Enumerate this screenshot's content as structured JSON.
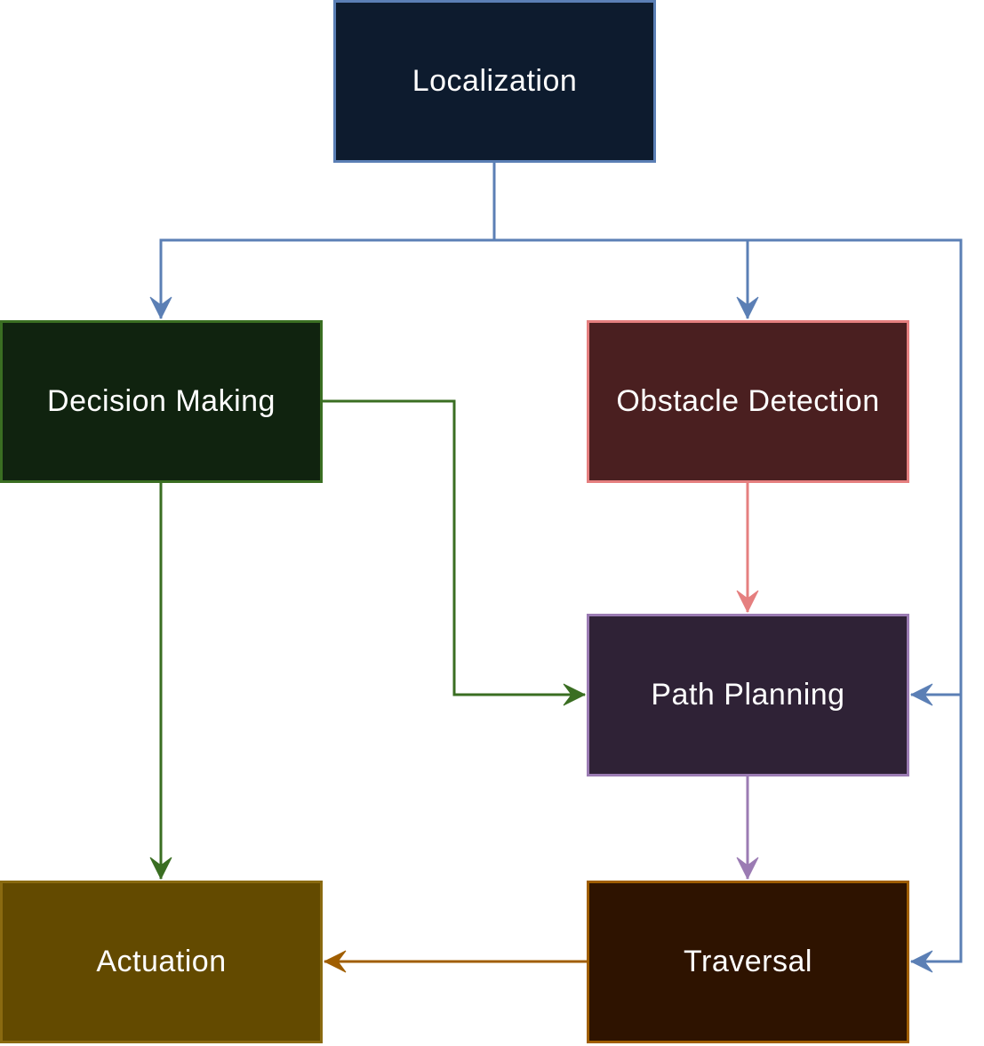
{
  "nodes": {
    "localization": {
      "label": "Localization",
      "fill": "#0d1b2e",
      "stroke": "#5b7fb5"
    },
    "decision_making": {
      "label": "Decision Making",
      "fill": "#10230f",
      "stroke": "#3a6e22"
    },
    "obstacle_detection": {
      "label": "Obstacle Detection",
      "fill": "#4a1f20",
      "stroke": "#e57f7f"
    },
    "path_planning": {
      "label": "Path Planning",
      "fill": "#2f2236",
      "stroke": "#9b7bb3"
    },
    "actuation": {
      "label": "Actuation",
      "fill": "#634a00",
      "stroke": "#8a6a10"
    },
    "traversal": {
      "label": "Traversal",
      "fill": "#2e1300",
      "stroke": "#a05e00"
    }
  },
  "edges": [
    {
      "from": "localization",
      "to": "decision_making",
      "color": "#5b7fb5"
    },
    {
      "from": "localization",
      "to": "obstacle_detection",
      "color": "#5b7fb5"
    },
    {
      "from": "localization",
      "to": "path_planning",
      "color": "#5b7fb5"
    },
    {
      "from": "localization",
      "to": "traversal",
      "color": "#5b7fb5"
    },
    {
      "from": "decision_making",
      "to": "path_planning",
      "color": "#3a6e22"
    },
    {
      "from": "decision_making",
      "to": "actuation",
      "color": "#3a6e22"
    },
    {
      "from": "obstacle_detection",
      "to": "path_planning",
      "color": "#e57f7f"
    },
    {
      "from": "path_planning",
      "to": "traversal",
      "color": "#9b7bb3"
    },
    {
      "from": "traversal",
      "to": "actuation",
      "color": "#a05e00"
    }
  ]
}
